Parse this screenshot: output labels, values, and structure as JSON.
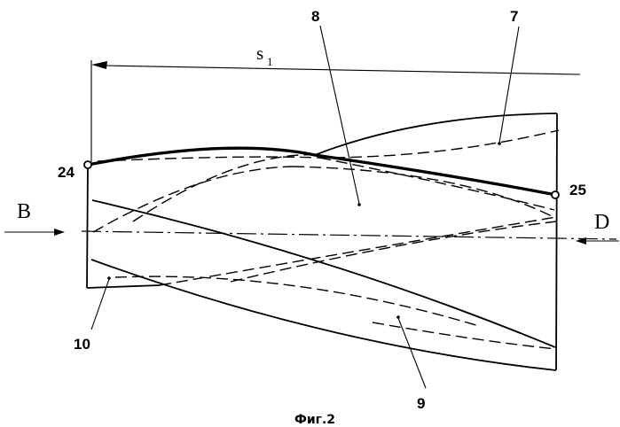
{
  "labels": {
    "s1": "s",
    "s1_sub": "1",
    "part_7": "7",
    "part_8": "8",
    "part_9": "9",
    "part_10": "10",
    "point_24": "24",
    "point_25": "25",
    "arrow_b": "B",
    "arrow_d": "D"
  },
  "caption": "Фиг.2"
}
